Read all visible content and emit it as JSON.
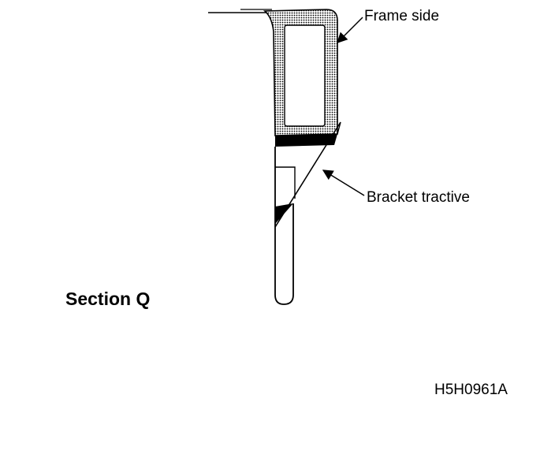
{
  "labels": {
    "frame_side": "Frame side",
    "bracket_tractive": "Bracket tractive",
    "section": "Section Q",
    "figure_code": "H5H0961A"
  },
  "colors": {
    "ink": "#000000",
    "paper": "#ffffff",
    "stipple": "#000000"
  }
}
